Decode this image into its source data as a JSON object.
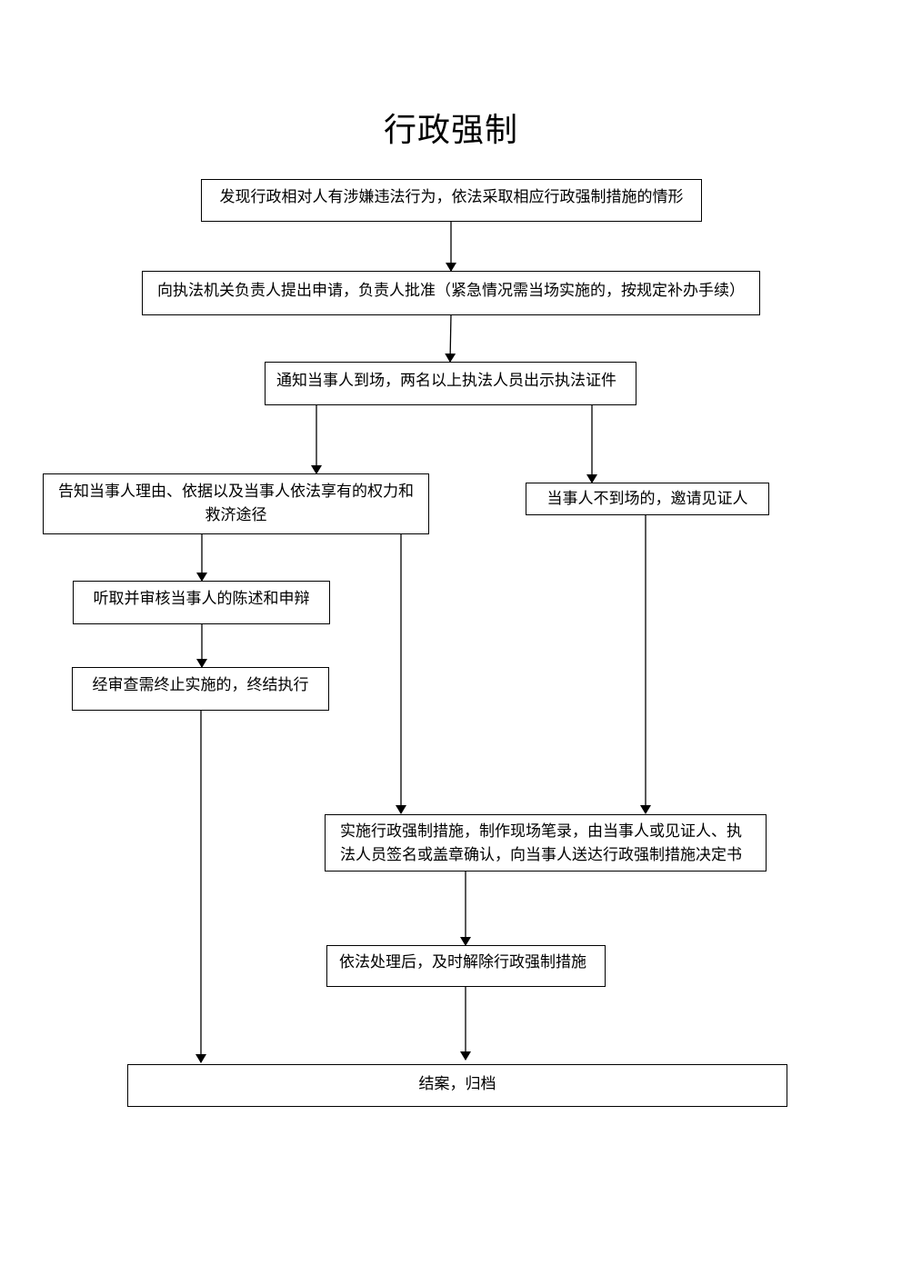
{
  "title": "行政强制",
  "nodes": {
    "discover": "发现行政相对人有涉嫌违法行为，依法采取相应行政强制措施的情形",
    "apply": "向执法机关负责人提出申请，负责人批准（紧急情况需当场实施的，按规定补办手续）",
    "notify": "通知当事人到场，两名以上执法人员出示执法证件",
    "inform": "告知当事人理由、依据以及当事人依法享有的权力和救济途径",
    "absent": "当事人不到场的，邀请见证人",
    "hear": "听取并审核当事人的陈述和申辩",
    "terminate": "经审查需终止实施的，终结执行",
    "implement": "实施行政强制措施，制作现场笔录，由当事人或见证人、执法人员签名或盖章确认，向当事人送达行政强制措施决定书",
    "release": "依法处理后，及时解除行政强制措施",
    "close": "结案，归档"
  }
}
